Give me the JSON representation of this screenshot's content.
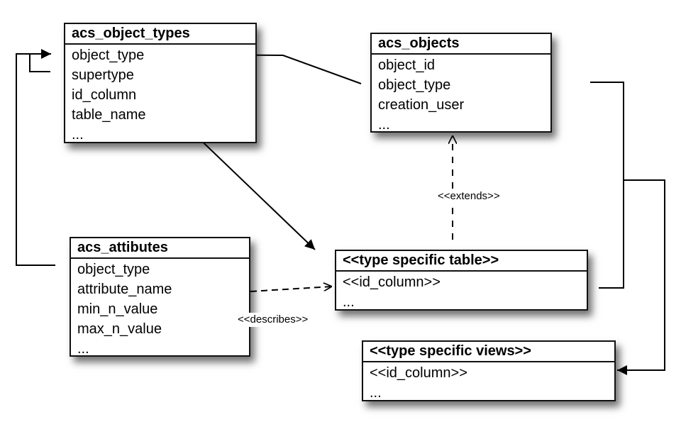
{
  "entities": {
    "object_types": {
      "title": "acs_object_types",
      "fields": [
        "object_type",
        "supertype",
        "id_column",
        "table_name",
        "..."
      ]
    },
    "objects": {
      "title": "acs_objects",
      "fields": [
        "object_id",
        "object_type",
        "creation_user",
        "..."
      ]
    },
    "attributes": {
      "title": "acs_attibutes",
      "fields": [
        "object_type",
        "attribute_name",
        "min_n_value",
        "max_n_value",
        "..."
      ]
    },
    "type_table": {
      "title": "<<type specific table>>",
      "fields": [
        "<<id_column>>",
        "..."
      ]
    },
    "type_views": {
      "title": "<<type specific views>>",
      "fields": [
        "<<id_column>>",
        "..."
      ]
    }
  },
  "relations": {
    "extends_label": "<<extends>>",
    "describes_label": "<<describes>>"
  },
  "colors": {
    "line": "#000000",
    "border": "#111111",
    "background": "#ffffff"
  }
}
